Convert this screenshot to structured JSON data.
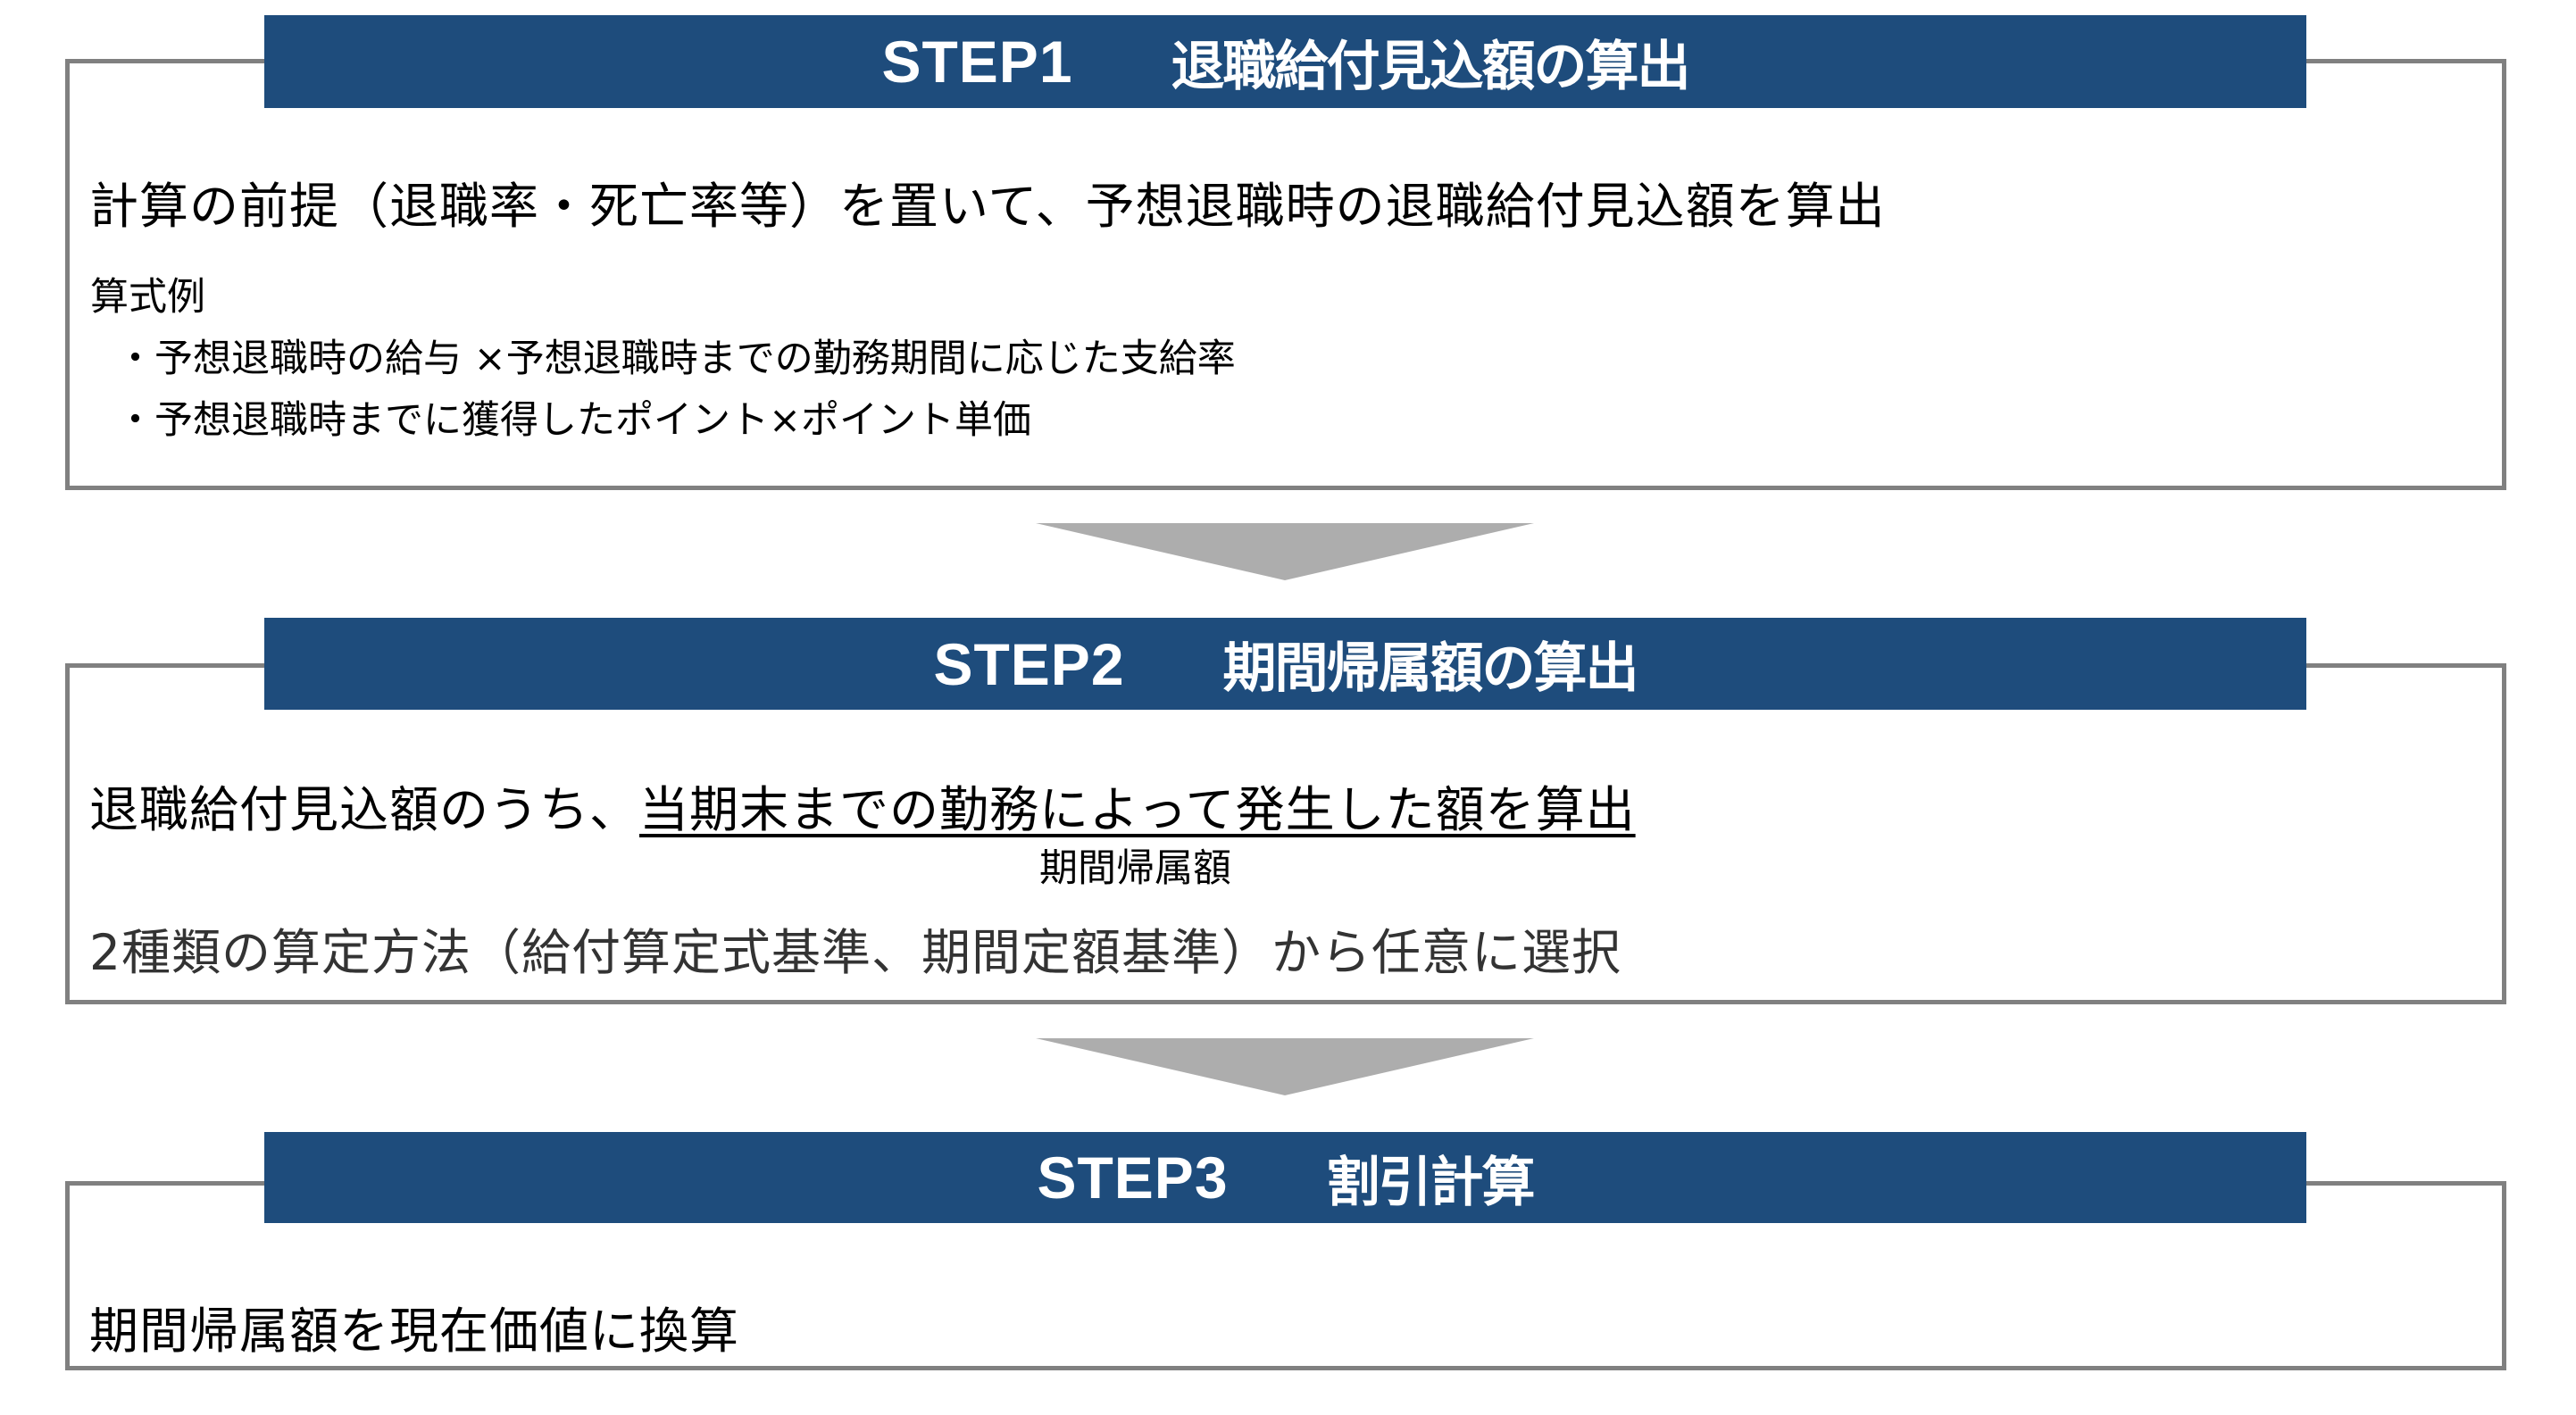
{
  "colors": {
    "header_bg": "#1E4C7C",
    "header_text": "#FFFFFF",
    "frame_border": "#808080",
    "arrow": "#ADADAD",
    "body_text": "#000000",
    "secondary_text": "#333333"
  },
  "steps": [
    {
      "step_label": "STEP1",
      "title": "退職給付見込額の算出",
      "description": "計算の前提（退職率・死亡率等）を置いて、予想退職時の退職給付見込額を算出",
      "formula_heading": "算式例",
      "formula_items": [
        "・予想退職時の給与 ×予想退職時までの勤務期間に応じた支給率",
        "・予想退職時までに獲得したポイント×ポイント単価"
      ]
    },
    {
      "step_label": "STEP2",
      "title": "期間帰属額の算出",
      "description_prefix": "退職給付見込額のうち、",
      "description_underlined": "当期末までの勤務によって発生した額を算出",
      "underline_annotation": "期間帰属額",
      "method_note": "2種類の算定方法（給付算定式基準、期間定額基準）から任意に選択"
    },
    {
      "step_label": "STEP3",
      "title": "割引計算",
      "description": "期間帰属額を現在価値に換算"
    }
  ],
  "connectors": [
    {
      "icon": "down-arrow-icon"
    },
    {
      "icon": "down-arrow-icon"
    }
  ]
}
